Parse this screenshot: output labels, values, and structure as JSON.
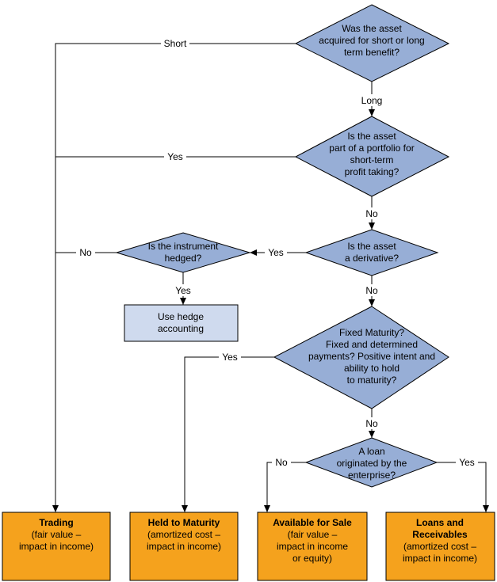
{
  "colors": {
    "decision": "#97aed6",
    "outcome": "#f5a21d",
    "action": "#cfdaee"
  },
  "decisions": {
    "q1": [
      "Was the asset",
      "acquired for short or long",
      "term benefit?"
    ],
    "q2": [
      "Is the asset",
      "part of a portfolio for",
      "short-term",
      "profit taking?"
    ],
    "q3": [
      "Is the asset",
      "a derivative?"
    ],
    "q4": [
      "Is the instrument",
      "hedged?"
    ],
    "q5": [
      "Fixed Maturity?",
      "Fixed and determined",
      "payments? Positive intent and",
      "ability to hold",
      "to maturity?"
    ],
    "q6": [
      "A loan",
      "originated by the",
      "enterprise?"
    ]
  },
  "action": [
    "Use hedge",
    "accounting"
  ],
  "outcomes": {
    "trading": {
      "title": [
        "Trading"
      ],
      "desc": [
        "(fair value –",
        "impact in income)"
      ]
    },
    "held": {
      "title": [
        "Held to Maturity"
      ],
      "desc": [
        "(amortized cost –",
        "impact in income)"
      ]
    },
    "afs": {
      "title": [
        "Available for Sale"
      ],
      "desc": [
        "(fair value –",
        "impact in income",
        "or equity)"
      ]
    },
    "loans": {
      "title": [
        "Loans and",
        "Receivables"
      ],
      "desc": [
        "(amortized cost –",
        "impact in income)"
      ]
    }
  },
  "edge_labels": {
    "short": "Short",
    "long": "Long",
    "yes_portfolio": "Yes",
    "no_portfolio": "No",
    "yes_derivative": "Yes",
    "no_hedged": "No",
    "yes_hedged": "Yes",
    "no_derivative": "No",
    "yes_maturity": "Yes",
    "no_maturity": "No",
    "no_loan": "No",
    "yes_loan": "Yes"
  }
}
